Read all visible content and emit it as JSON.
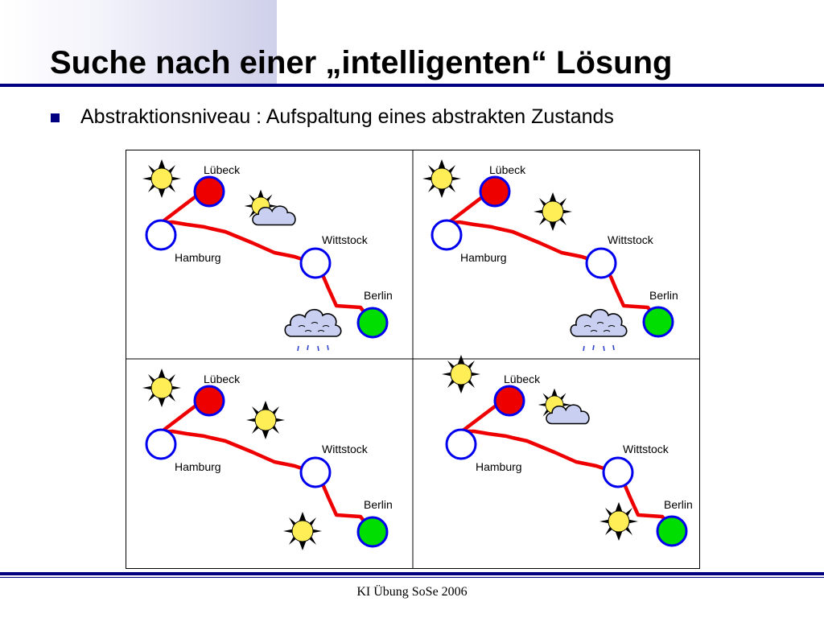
{
  "slide": {
    "title": "Suche nach einer „intelligenten“ Lösung",
    "bullet": "Abstraktionsniveau : Aufspaltung eines abstrakten Zustands",
    "footer": "KI Übung SoSe 2006"
  },
  "diagram": {
    "cities": {
      "luebeck": "Lübeck",
      "hamburg": "Hamburg",
      "wittstock": "Wittstock",
      "berlin": "Berlin"
    },
    "panels": [
      {
        "weather_luebeck": "sun-icon",
        "weather_middle": "sun-behind-cloud-icon",
        "weather_berlin": "rain-cloud-icon"
      },
      {
        "weather_luebeck": "sun-icon",
        "weather_middle": "sun-icon",
        "weather_berlin": "rain-cloud-icon"
      },
      {
        "weather_luebeck": "sun-icon",
        "weather_middle": "sun-icon",
        "weather_berlin": "sun-icon"
      },
      {
        "weather_luebeck": "sun-icon",
        "weather_middle": "sun-behind-cloud-icon",
        "weather_berlin": "sun-icon"
      }
    ],
    "colors": {
      "road": "#ee0000",
      "start_city": "#ee0000",
      "goal_city": "#00dd00",
      "city_outline": "#0000ee",
      "sun": "#ffee55",
      "cloud": "#c8cff0",
      "accent": "#000080"
    }
  }
}
